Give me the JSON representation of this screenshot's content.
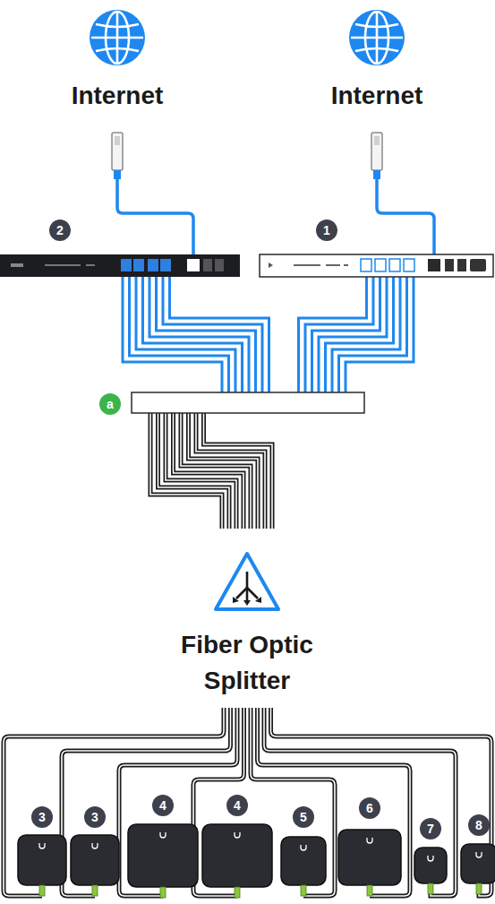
{
  "diagram": {
    "labels": [
      "Internet",
      "Internet",
      "2",
      "1",
      "a",
      "Fiber Optic Splitter",
      "3",
      "3",
      "4",
      "4",
      "5",
      "6",
      "7",
      "8"
    ]
  }
}
